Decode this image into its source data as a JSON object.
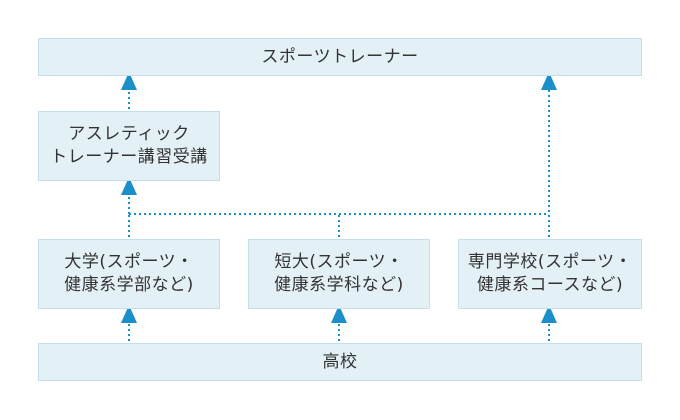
{
  "diagram": {
    "top": "スポーツトレーナー",
    "athletic": [
      "アスレティック",
      "トレーナー講習受講"
    ],
    "university": [
      "大学(スポーツ・",
      "健康系学部など)"
    ],
    "junior_college": [
      "短大(スポーツ・",
      "健康系学科など)"
    ],
    "vocational": [
      "専門学校(スポーツ・",
      "健康系コースなど)"
    ],
    "high_school": "高校"
  },
  "colors": {
    "box_fill": "#e3f0f6",
    "box_border": "#c4dfeb",
    "connector": "#1a8fc9",
    "text": "#333333"
  }
}
